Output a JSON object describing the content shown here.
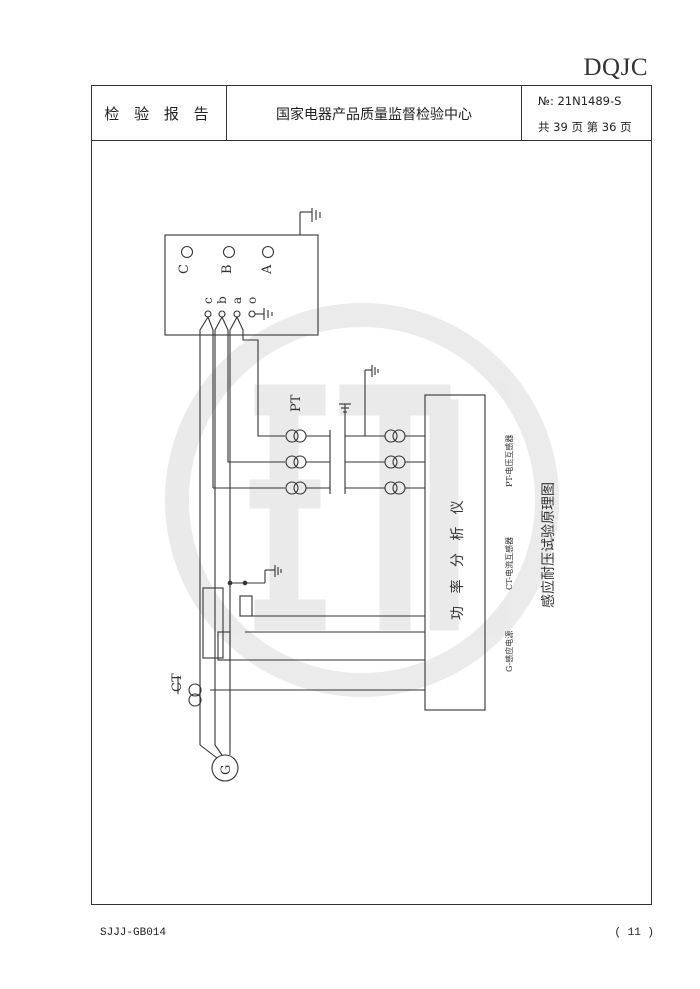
{
  "corner_code": "DQJC",
  "header": {
    "title": "检 验 报 告",
    "organization": "国家电器产品质量监督检验中心",
    "report_no": "№: 21N1489-S",
    "pages": "共 39 页   第 36 页"
  },
  "diagram": {
    "terminals_upper": [
      "C",
      "B",
      "A"
    ],
    "terminals_lower": [
      "c",
      "b",
      "a",
      "o"
    ],
    "pt_label": "PT",
    "ct_label": "CT",
    "generator_label": "G",
    "analyzer_label": "功 率 分 析 仪",
    "legend_pt": "PT-电压互感器",
    "legend_ct": "CT-电流互感器",
    "legend_g": "G-感应电源",
    "title": "感应耐压试验原理图"
  },
  "footer": {
    "form_code": "SJJJ-GB014",
    "page_number": "( 11 )"
  }
}
